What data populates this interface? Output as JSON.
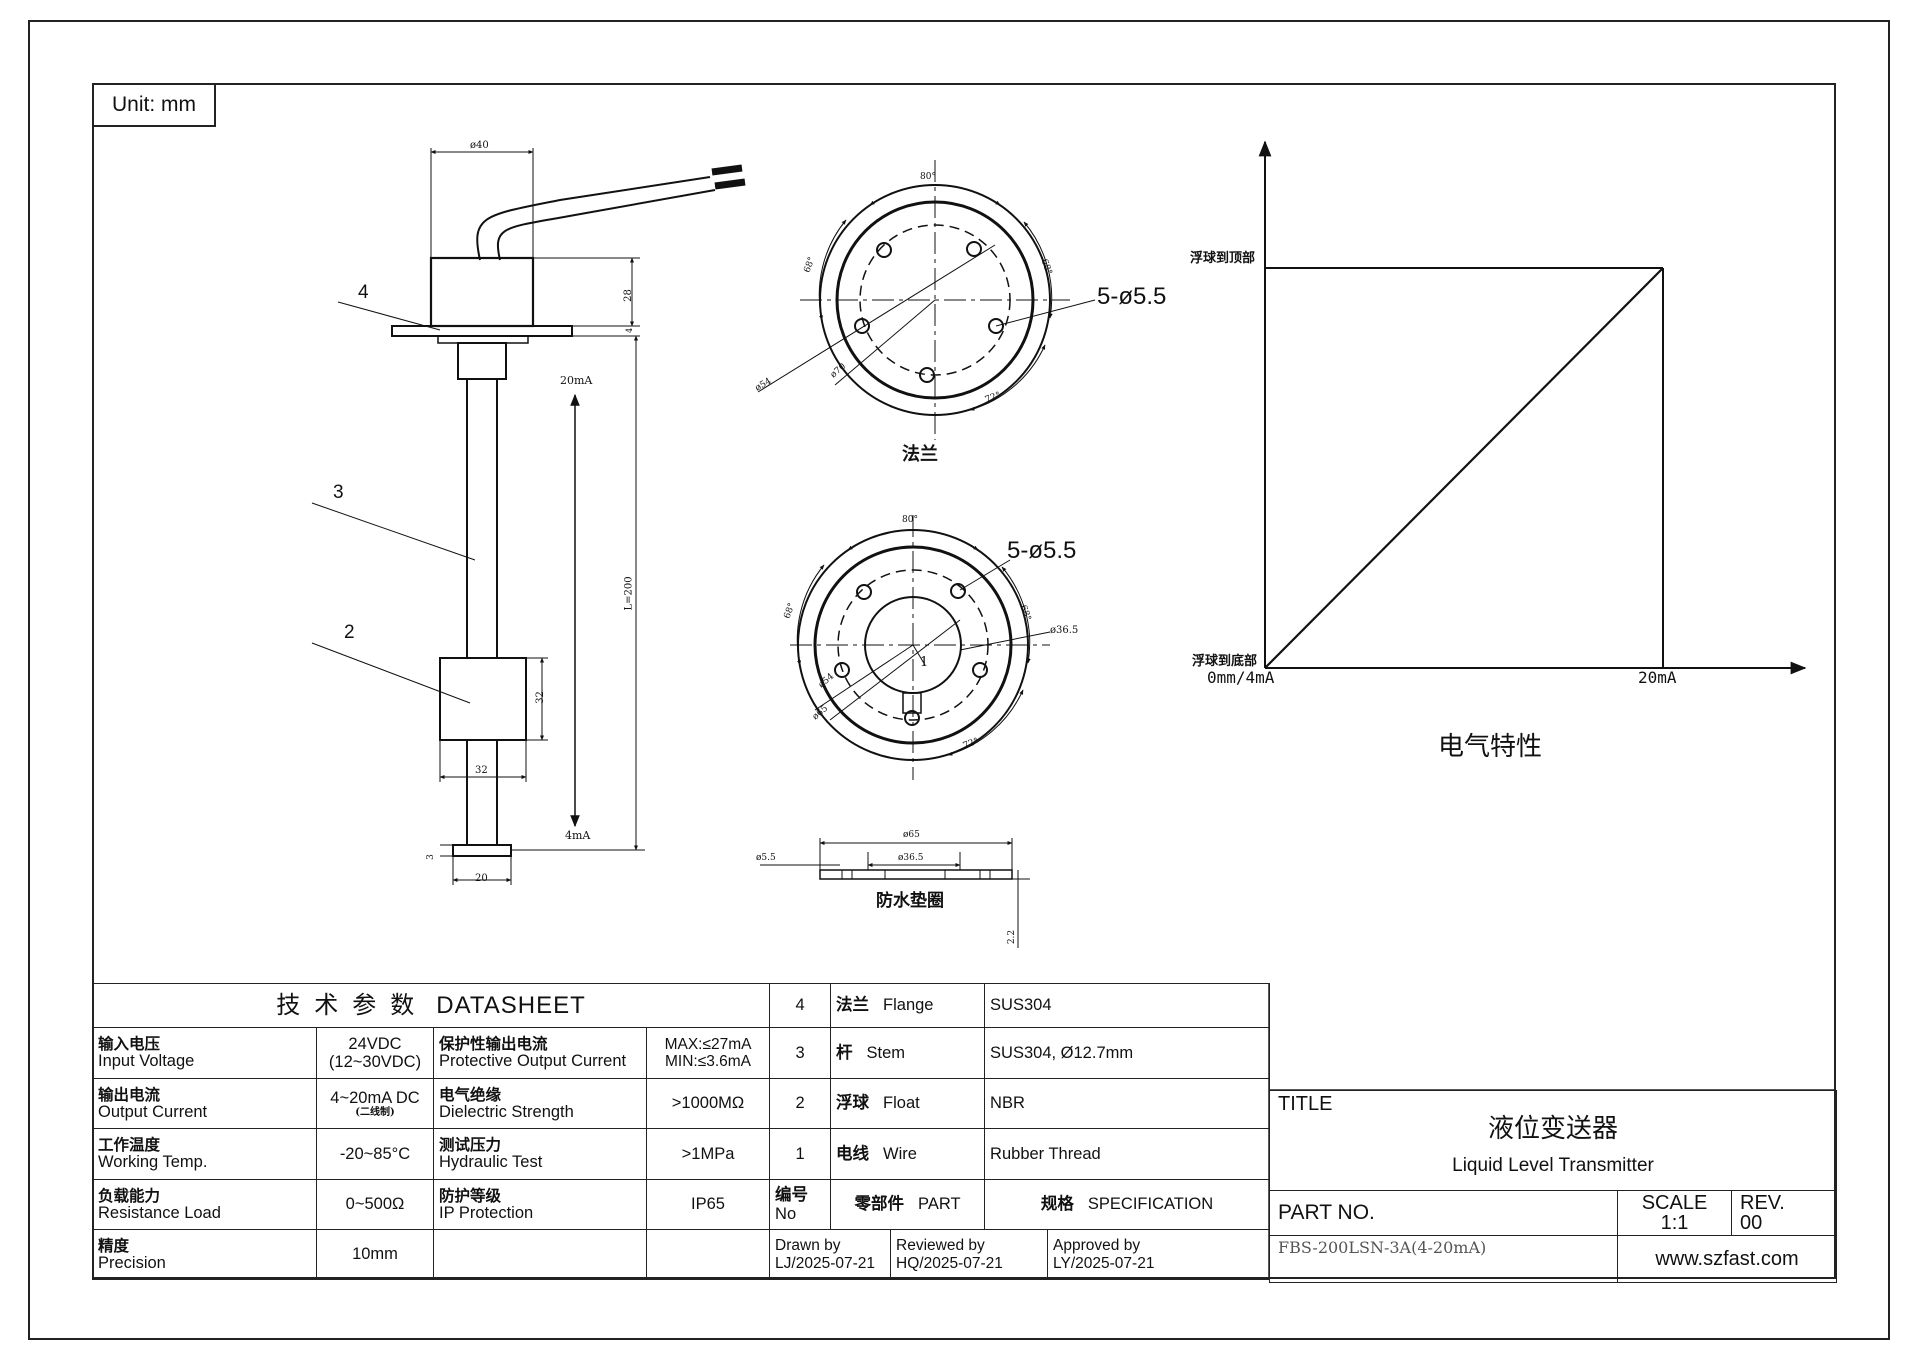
{
  "unit_label": "Unit: mm",
  "left_view": {
    "callouts": [
      "4",
      "3",
      "2"
    ],
    "dims": {
      "top_dia": "ø40",
      "head_h": "28",
      "flange_t": "4",
      "stem_len": "L=200",
      "float_h": "32",
      "float_w": "32",
      "bottom_w": "20",
      "bottom_h": "3",
      "sig_top": "20mA",
      "sig_bottom": "4mA"
    }
  },
  "flange_view": {
    "caption": "法兰",
    "hole_note": "5-ø5.5",
    "angle_top": "80°",
    "angle_left": "68°",
    "angle_right": "68°",
    "angle_br": "72°",
    "dia_54": "ø54",
    "dia_70": "ø70"
  },
  "float_view": {
    "hole_note": "5-ø5.5",
    "angle_top": "80°",
    "angle_left": "68°",
    "angle_right": "68°",
    "angle_br": "72°",
    "dia_365": "ø36.5",
    "dia_65": "ø65",
    "dia_54": "ø54",
    "ref": "1"
  },
  "gasket_view": {
    "caption": "防水垫圈",
    "dia_65": "ø65",
    "dia_365": "ø36.5",
    "dia_55": "ø5.5",
    "thick": "2.2"
  },
  "graph": {
    "y_top": "浮球到顶部",
    "y_bottom": "浮球到底部",
    "x_origin": "0mm/4mA",
    "x_end": "20mA",
    "caption": "电气特性"
  },
  "datasheet": {
    "header_cn": "技术参数",
    "header_en": "DATASHEET",
    "rows": [
      {
        "p1_cn": "输入电压",
        "p1_en": "Input Voltage",
        "v1a": "24VDC",
        "v1b": "(12~30VDC)",
        "p2_cn": "保护性输出电流",
        "p2_en": "Protective Output Current",
        "v2a": "MAX:≤27mA",
        "v2b": "MIN:≤3.6mA"
      },
      {
        "p1_cn": "输出电流",
        "p1_en": "Output Current",
        "v1a": "4~20mA DC",
        "v1b": "(二线制)",
        "p2_cn": "电气绝缘",
        "p2_en": "Dielectric Strength",
        "v2a": ">1000MΩ",
        "v2b": ""
      },
      {
        "p1_cn": "工作温度",
        "p1_en": "Working Temp.",
        "v1a": "-20~85°C",
        "v1b": "",
        "p2_cn": "测试压力",
        "p2_en": "Hydraulic Test",
        "v2a": ">1MPa",
        "v2b": ""
      },
      {
        "p1_cn": "负载能力",
        "p1_en": "Resistance Load",
        "v1a": "0~500Ω",
        "v1b": "",
        "p2_cn": "防护等级",
        "p2_en": "IP Protection",
        "v2a": "IP65",
        "v2b": ""
      },
      {
        "p1_cn": "精度",
        "p1_en": "Precision",
        "v1a": "10mm",
        "v1b": "",
        "p2_cn": "",
        "p2_en": "",
        "v2a": "",
        "v2b": ""
      }
    ]
  },
  "parts": {
    "rows": [
      {
        "no": "4",
        "cn": "法兰",
        "en": "Flange",
        "spec": "SUS304"
      },
      {
        "no": "3",
        "cn": "杆",
        "en": "Stem",
        "spec": "SUS304, Ø12.7mm"
      },
      {
        "no": "2",
        "cn": "浮球",
        "en": "Float",
        "spec": "NBR"
      },
      {
        "no": "1",
        "cn": "电线",
        "en": "Wire",
        "spec": "Rubber Thread"
      }
    ],
    "header": {
      "no_cn": "编号",
      "no_en": "No",
      "part_cn": "零部件",
      "part_en": "PART",
      "spec_cn": "规格",
      "spec_en": "SPECIFICATION"
    }
  },
  "signoff": {
    "drawn_label": "Drawn by",
    "drawn_value": "LJ/2025-07-21",
    "reviewed_label": "Reviewed by",
    "reviewed_value": "HQ/2025-07-21",
    "approved_label": "Approved by",
    "approved_value": "LY/2025-07-21"
  },
  "title_block": {
    "title_label": "TITLE",
    "title_cn": "液位变送器",
    "title_en": "Liquid Level Transmitter",
    "part_no_label": "PART NO.",
    "part_no_value": "FBS-200LSN-3A(4-20mA)",
    "scale_label": "SCALE",
    "scale_value": "1:1",
    "rev_label": "REV.",
    "rev_value": "00",
    "website": "www.szfast.com"
  }
}
